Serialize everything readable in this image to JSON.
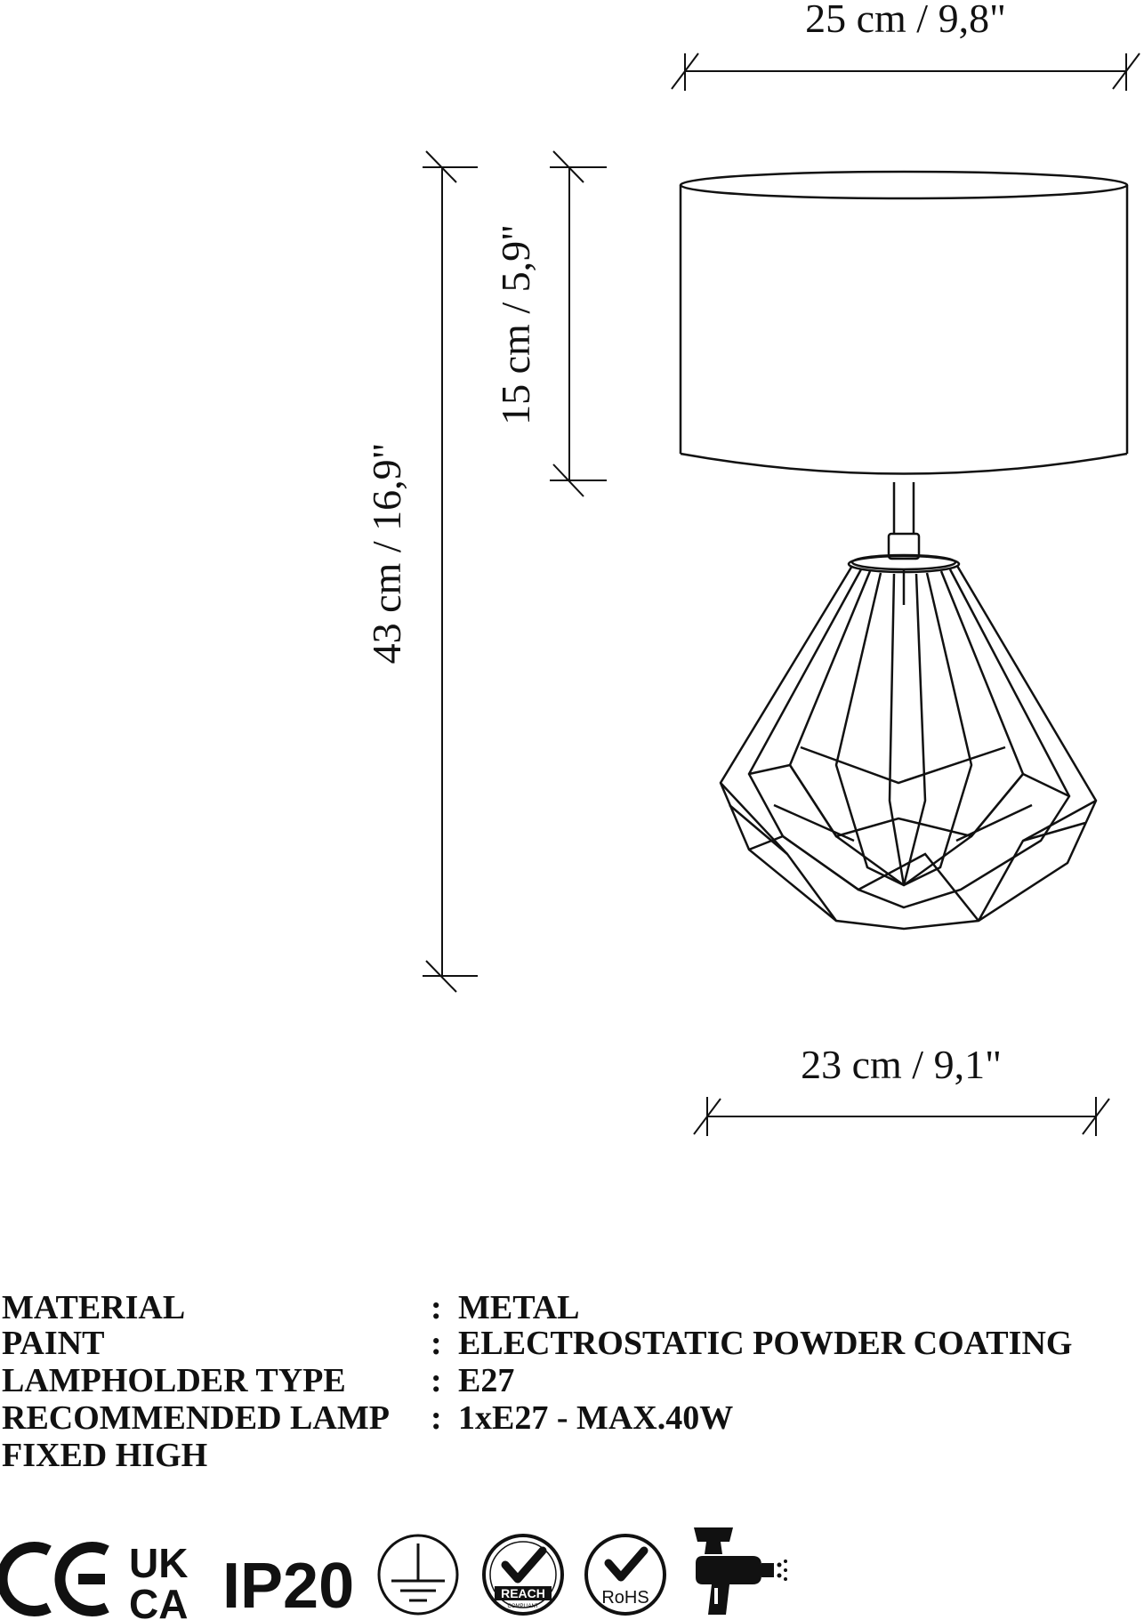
{
  "dimensions": {
    "shade_width": "25 cm / 9,8\"",
    "shade_height": "15 cm / 5,9\"",
    "total_height": "43 cm / 16,9\"",
    "base_width": "23 cm / 9,1\""
  },
  "specs": [
    {
      "label": "MATERIAL",
      "colon": ":",
      "value": "METAL"
    },
    {
      "label": "PAINT",
      "colon": ":",
      "value": "ELECTROSTATIC POWDER COATING"
    },
    {
      "label": "LAMPHOLDER TYPE",
      "colon": ":",
      "value": "E27"
    },
    {
      "label": "RECOMMENDED LAMP",
      "colon": ":",
      "value": "1xE27 - MAX.40W"
    },
    {
      "label": "FIXED HIGH",
      "colon": "",
      "value": ""
    }
  ],
  "certifications": {
    "ce": "CE",
    "ukca_top": "UK",
    "ukca_bottom": "CA",
    "ip": "IP20",
    "reach": "REACH",
    "reach_sub": "COMPLIANT",
    "rohs": "RoHS",
    "icons": [
      "ce-mark-icon",
      "ukca-mark-icon",
      "ground-icon",
      "reach-icon",
      "rohs-icon",
      "spray-gun-icon"
    ]
  },
  "colors": {
    "line": "#111111",
    "background": "#ffffff"
  }
}
